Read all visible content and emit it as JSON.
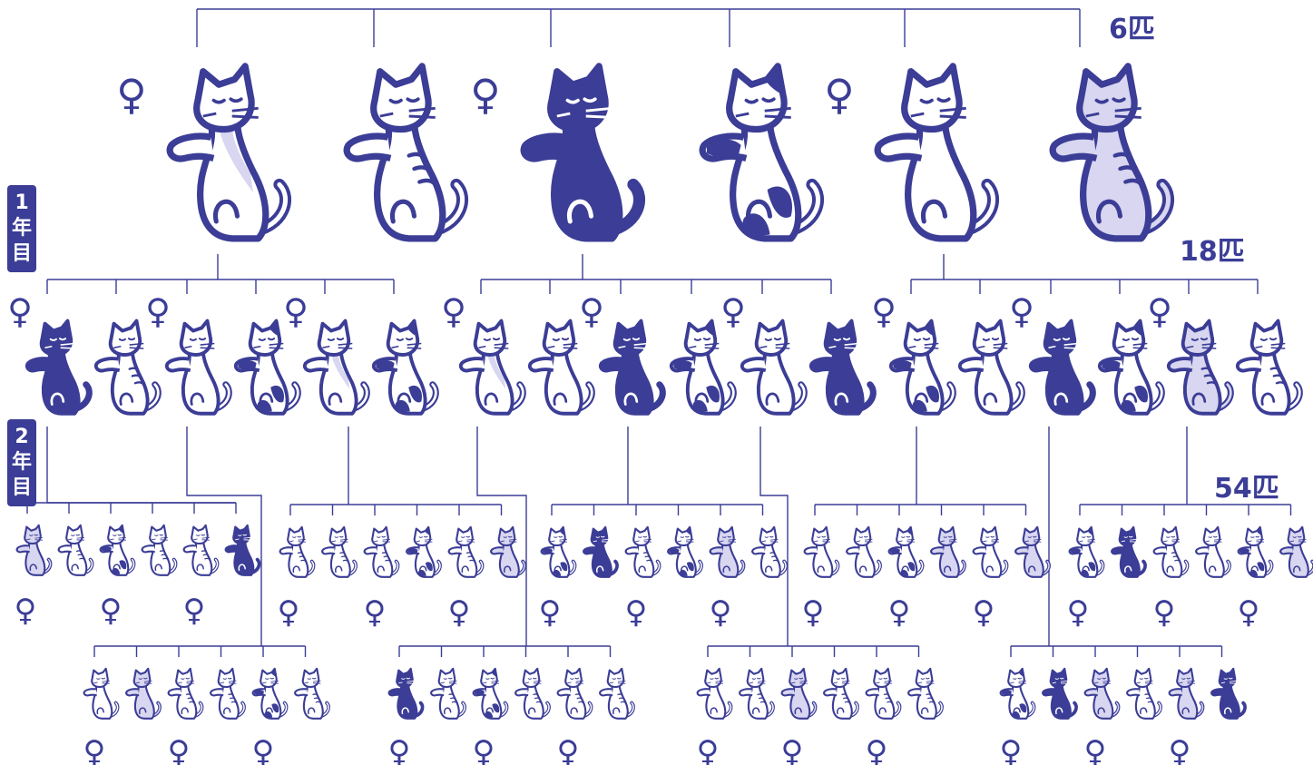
{
  "labels": {
    "count_gen0": "6匹",
    "count_gen1": "18匹",
    "count_gen2": "54匹",
    "female_symbol": "♀",
    "year1": [
      "1",
      "年",
      "目"
    ],
    "year2": [
      "2",
      "年",
      "目"
    ]
  },
  "colors": {
    "line": "#3b3d96",
    "dark_fill": "#3b3d96",
    "light_fill": "#d8d6f0",
    "white_fill": "#ffffff",
    "label_bg": "#3b3d96"
  },
  "generations": [
    {
      "name": "parents",
      "size": 6,
      "coats": [
        "white-blush",
        "tabby",
        "dark",
        "calico",
        "white",
        "lavender-tabby"
      ],
      "females": [
        0,
        2,
        4
      ]
    },
    {
      "name": "year1",
      "size": 18,
      "coats": [
        "dark",
        "tabby",
        "white",
        "calico",
        "white-blush",
        "calico",
        "white-blush",
        "white",
        "dark",
        "calico",
        "white",
        "dark",
        "calico",
        "white",
        "dark",
        "calico",
        "lavender-tabby",
        "tabby"
      ],
      "females": [
        0,
        2,
        4,
        6,
        8,
        10,
        12,
        14,
        16
      ]
    },
    {
      "name": "year2",
      "size": 54,
      "coats": [
        "lavender",
        "tabby",
        "calico",
        "tabby",
        "tabby",
        "dark",
        "tabby",
        "tabby",
        "tabby",
        "calico",
        "tabby",
        "lavender",
        "calico",
        "dark",
        "tabby",
        "calico",
        "lavender",
        "tabby",
        "white",
        "white",
        "calico",
        "lavender",
        "white",
        "lavender",
        "calico",
        "dark",
        "tabby",
        "white",
        "calico",
        "lavender",
        "white",
        "lavender",
        "tabby",
        "tabby",
        "calico",
        "tabby",
        "dark",
        "tabby",
        "calico",
        "tabby",
        "tabby",
        "tabby",
        "white",
        "tabby",
        "lavender",
        "tabby",
        "tabby",
        "tabby",
        "calico",
        "dark",
        "lavender",
        "tabby",
        "lavender",
        "dark"
      ],
      "females_note": "every other kitten in each litter of six is marked ♀"
    }
  ]
}
